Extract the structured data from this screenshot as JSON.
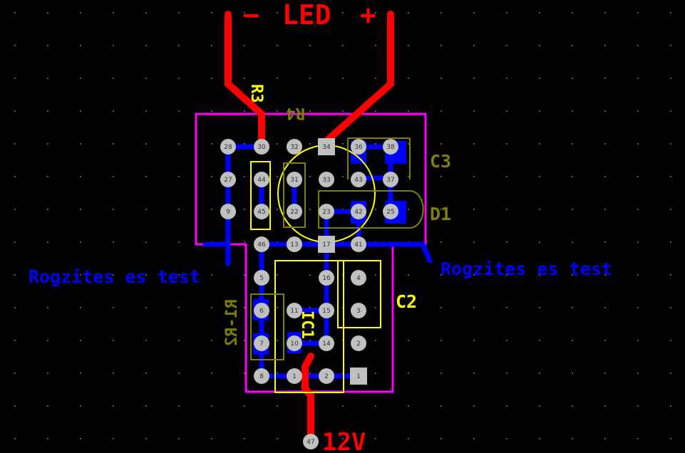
{
  "board": {
    "background": "#000000",
    "colors": {
      "outline": "#ff00ff",
      "top_copper": "#ff0000",
      "bottom_copper": "#0000ff",
      "silk_top": "#ffff00",
      "silk_bottom": "#808000",
      "pad": "#c0c0c0",
      "pad_square": "#c0c0c0",
      "pad_text": "#333333",
      "grid_dot": "#8a8a8a"
    },
    "labels": {
      "led_minus": "−",
      "led": "LED",
      "led_plus": "+",
      "power": "12V",
      "note_left": "Rogzites es test",
      "note_right": "Rogzites es test"
    },
    "designators": {
      "r3": "R3",
      "r4": "R4",
      "c3": "C3",
      "d1": "D1",
      "c2": "C2",
      "ic1": "IC1",
      "r1_r2": "R1-R2"
    },
    "pads": [
      "28",
      "30",
      "32",
      "34",
      "36",
      "38",
      "27",
      "44",
      "31",
      "33",
      "43",
      "37",
      "9",
      "45",
      "22",
      "23",
      "42",
      "25",
      "46",
      "13",
      "17",
      "41",
      "5",
      "16",
      "4",
      "6",
      "11",
      "15",
      "3",
      "7",
      "10",
      "14",
      "2",
      "8",
      "1",
      "2",
      "1",
      "47"
    ]
  }
}
